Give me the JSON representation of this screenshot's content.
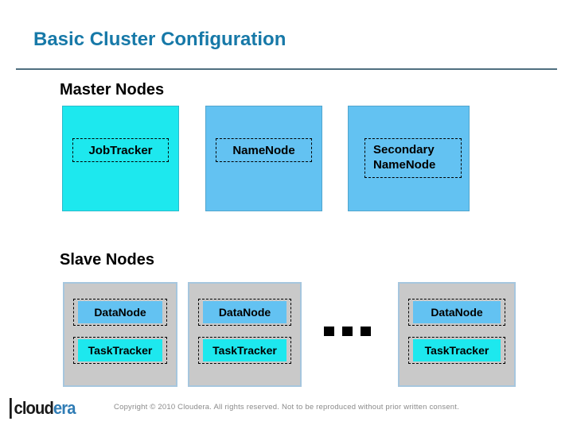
{
  "slide": {
    "title": "Basic Cluster Configuration",
    "footer": {
      "logo": {
        "prefix": "cloud",
        "suffix": "era"
      },
      "copyright": "Copyright © 2010 Cloudera. All rights reserved. Not to be reproduced without prior written consent."
    }
  },
  "diagram": {
    "master": {
      "heading": "Master Nodes",
      "nodes": [
        {
          "label": "JobTracker",
          "fill": "#1de8ee"
        },
        {
          "label": "NameNode",
          "fill": "#63c2f2"
        },
        {
          "label": "Secondary NameNode",
          "fill": "#63c2f2"
        }
      ]
    },
    "slave": {
      "heading": "Slave Nodes",
      "ellipsis": "...",
      "nodes": [
        {
          "processes": [
            {
              "label": "DataNode",
              "fill": "#63c2f2"
            },
            {
              "label": "TaskTracker",
              "fill": "#1de8ee"
            }
          ]
        },
        {
          "processes": [
            {
              "label": "DataNode",
              "fill": "#63c2f2"
            },
            {
              "label": "TaskTracker",
              "fill": "#1de8ee"
            }
          ]
        },
        {
          "processes": [
            {
              "label": "DataNode",
              "fill": "#63c2f2"
            },
            {
              "label": "TaskTracker",
              "fill": "#1de8ee"
            }
          ]
        }
      ]
    },
    "colors": {
      "title_blue": "#1779a8",
      "divider": "#4f6f80",
      "node_cyan": "#1de8ee",
      "node_blue": "#63c2f2",
      "slave_gray": "#c9c9c9",
      "slave_border": "#a6c6de",
      "footer_text": "#8a8a8a",
      "logo_black": "#1a1a1a",
      "logo_blue": "#2f7cb5"
    }
  }
}
